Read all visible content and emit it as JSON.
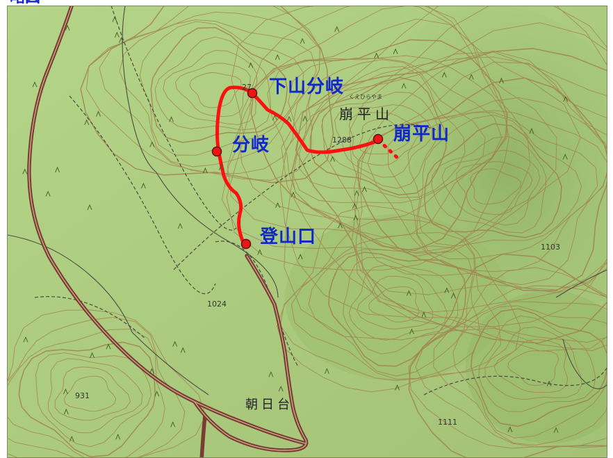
{
  "map": {
    "header_title": "略図",
    "colors": {
      "terrain": "#a8c97a",
      "contour": "#a07848",
      "road": "#7a3c30",
      "route": "#ff1010",
      "waypoint_label": "#1028c8",
      "track": "#4a4a40"
    },
    "waypoints": [
      {
        "id": "shimoyama-fork",
        "label": "下山分岐"
      },
      {
        "id": "fork",
        "label": "分岐"
      },
      {
        "id": "trailhead",
        "label": "登山口"
      },
      {
        "id": "summit",
        "label": "崩平山"
      }
    ],
    "map_labels": {
      "mountain_name": "崩平山",
      "mountain_reading": "くえひらやま",
      "settlement": "朝日台"
    },
    "elevations": [
      "1288",
      "1103",
      "1024",
      "931",
      "1111",
      "27"
    ]
  }
}
